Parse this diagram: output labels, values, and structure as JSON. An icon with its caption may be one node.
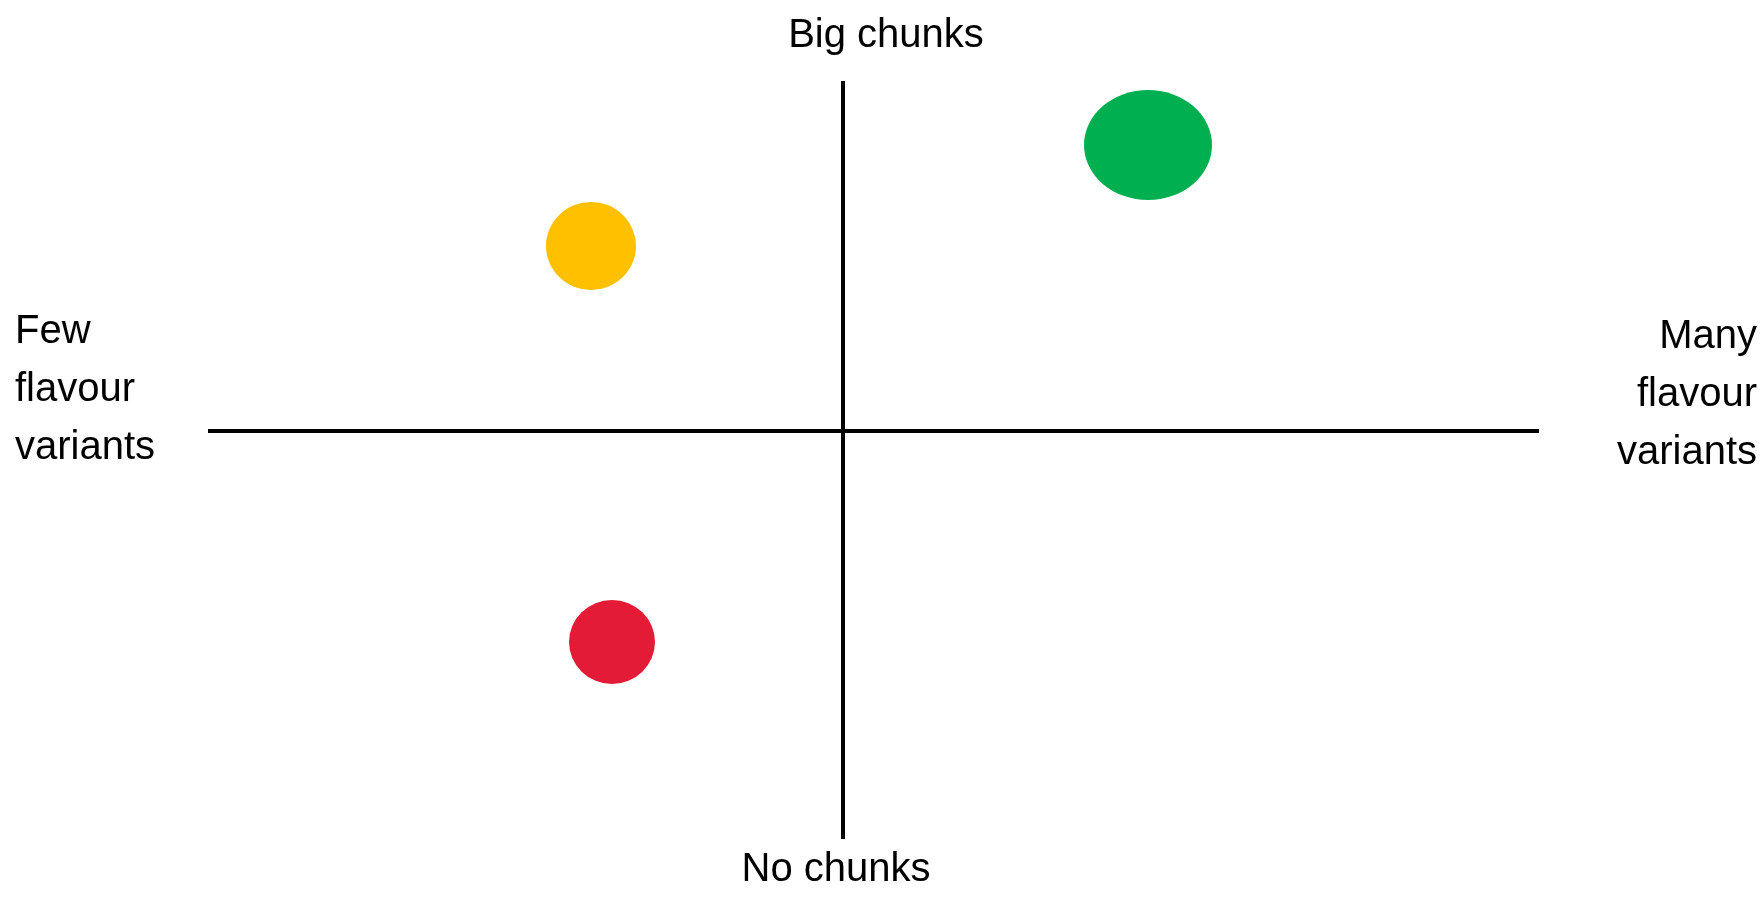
{
  "diagram": {
    "nodes": [
      {
        "text": [],
        "shape": "circle"
      },
      {
        "text": [],
        "shape": "circle"
      },
      {
        "text": [],
        "shape": "circle"
      }
    ],
    "labels": [
      "Big chunks",
      "Few flavour variants",
      "Many flavour variants",
      "No chunks"
    ]
  }
}
